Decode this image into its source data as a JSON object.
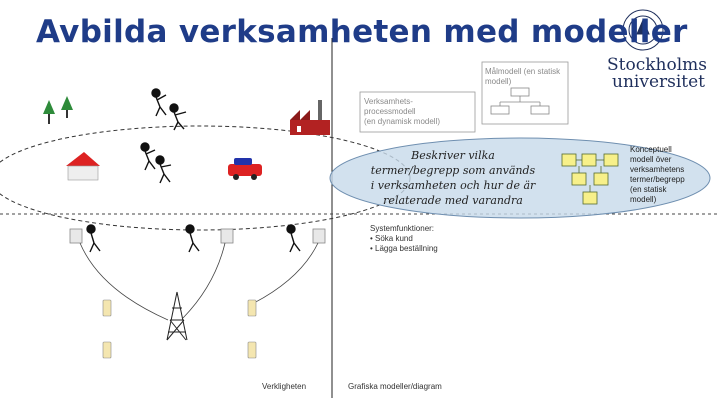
{
  "title": "Avbilda verksamheten med modeller",
  "logo": {
    "line1": "Stockholms",
    "line2": "universitet"
  },
  "labels": {
    "goal_model_1": "Målmodell (en statisk",
    "goal_model_2": "modell)",
    "process_model_1": "Verksamhets-",
    "process_model_2": "processmodell",
    "process_model_3": "(en dynamisk modell)",
    "center_1": "Beskriver vilka",
    "center_2": "termer/begrepp som används",
    "center_3": "i verksamheten och hur de är",
    "center_4": "relaterade med varandra",
    "concept_1": "Konceptuell",
    "concept_2": "modell över",
    "concept_3": "verksamhetens",
    "concept_4": "termer/begrepp",
    "concept_5": "(en statisk",
    "concept_6": "modell)",
    "system_1": "Systemfunktioner:",
    "system_2": "• Söka kund",
    "system_3": "• Lägga beställning",
    "reality": "Verkligheten",
    "graphic_models": "Grafiska modeller/diagram"
  }
}
